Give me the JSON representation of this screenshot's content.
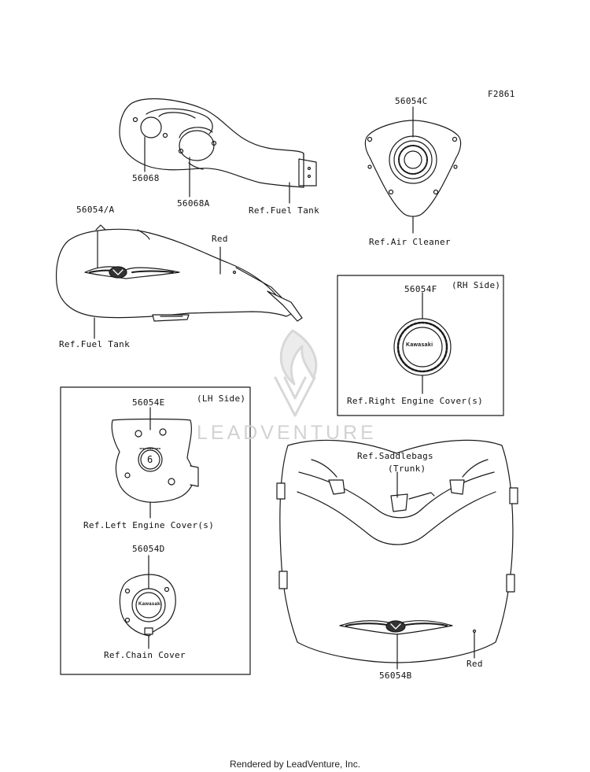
{
  "figure_code": "F2861",
  "watermark": "LEADVENTURE",
  "footer": "Rendered by LeadVenture, Inc.",
  "colors": {
    "line": "#1a1a1a",
    "fill": "#ffffff",
    "watermark": "#d2d2d2"
  },
  "labels": {
    "part_56068": "56068",
    "part_56068a": "56068A",
    "ref_fuel_tank_top": "Ref.Fuel Tank",
    "part_56054c": "56054C",
    "ref_air_cleaner": "Ref.Air Cleaner",
    "part_56054a": "56054/A",
    "red_tank": "Red",
    "ref_fuel_tank_side": "Ref.Fuel Tank",
    "part_56054f": "56054F",
    "rh_side": "(RH Side)",
    "ref_right_engine_cover": "Ref.Right Engine Cover(s)",
    "part_56054e": "56054E",
    "lh_side": "(LH Side)",
    "ref_left_engine_cover": "Ref.Left Engine Cover(s)",
    "part_56054d": "56054D",
    "ref_chain_cover": "Ref.Chain Cover",
    "ref_saddlebags": "Ref.Saddlebags",
    "trunk": "(Trunk)",
    "red_trunk": "Red",
    "part_56054b": "56054B"
  },
  "emblem_text": {
    "kawasaki": "Kawasaki",
    "gauge_digit": "6"
  }
}
